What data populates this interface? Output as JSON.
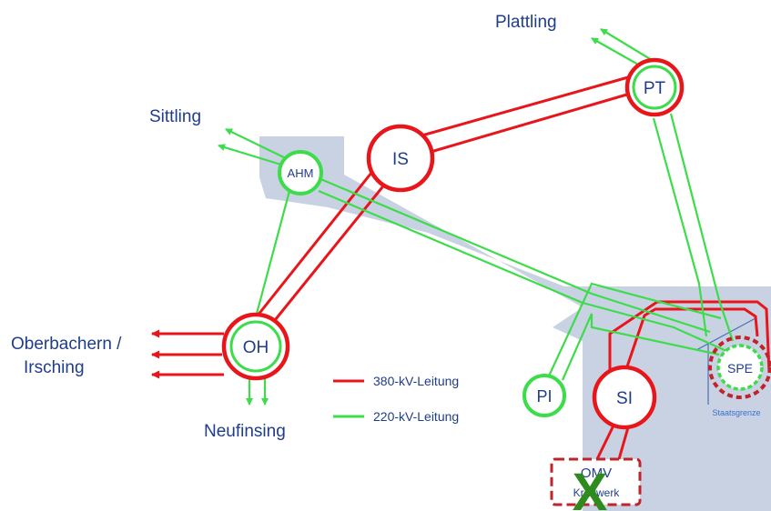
{
  "diagram": {
    "places": {
      "plattling": "Plattling",
      "sittling": "Sittling",
      "oberbachern_line1": "Oberbachern /",
      "oberbachern_line2": "Irsching",
      "neufinsing": "Neufinsing"
    },
    "stations": {
      "pt": "PT",
      "is": "IS",
      "ahm": "AHM",
      "oh": "OH",
      "pi": "PI",
      "si": "SI",
      "spe": "SPE",
      "omv_line1": "OMV",
      "omv_line2": "Kraftwerk"
    },
    "border_label": "Staatsgrenze",
    "legend": {
      "kv380": "380-kV-Leitung",
      "kv220": "220-kV-Leitung"
    },
    "closed_marker": "X",
    "colors": {
      "kv380": "#e8161b",
      "kv220": "#3ddc4a",
      "station_ring_380": "#d4141a",
      "omv_box": "#c0232a",
      "closed_marker": "#2e8b1e",
      "region_fill": "#c9d2e3",
      "text": "#1f3d8a"
    }
  }
}
